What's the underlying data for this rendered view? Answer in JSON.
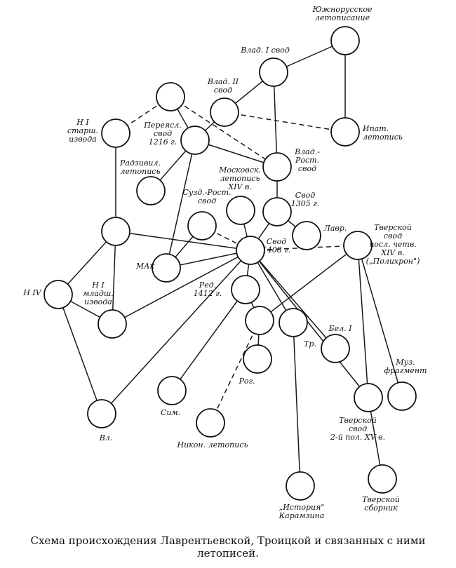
{
  "diagram": {
    "labels": {
      "yuzhnorusskoe": [
        "Южнорусское",
        "летописание"
      ],
      "vlad1": [
        "Влад. I свод"
      ],
      "vlad2": [
        "Влад. II",
        "свод"
      ],
      "ipat": [
        "Ипат.",
        "летопись"
      ],
      "n1_star": [
        "Н I",
        "старш.",
        "извода"
      ],
      "pereyasl": [
        "Переясл.",
        "свод",
        "1216 г."
      ],
      "radziv": [
        "Радзивил.",
        "летопись"
      ],
      "vlad_rost": [
        "Влад.-",
        "Рост.",
        "свод"
      ],
      "moskov": [
        "Московск.",
        "летопись",
        "XIV в."
      ],
      "svod1305": [
        "Свод",
        "1305 г."
      ],
      "suzd_rost": [
        "Сузд.-Рост.",
        "свод"
      ],
      "lavr": [
        "Лавр."
      ],
      "tverskoy_svod": [
        "Тверской",
        "свод",
        "посл. четв.",
        "XIV в.",
        "(„Полихрон\")"
      ],
      "svod1408": [
        "Свод",
        "1408 г."
      ],
      "ma": [
        "МАк"
      ],
      "n4": [
        "Н IV"
      ],
      "n1_mlad": [
        "Н I",
        "младш.",
        "извода"
      ],
      "red1412": [
        "Ред.",
        "1412 г."
      ],
      "bel1": [
        "Бел. I"
      ],
      "tr": [
        "Тр."
      ],
      "rog": [
        "Рог."
      ],
      "muz": [
        "Муз.",
        "фрагмент"
      ],
      "sim": [
        "Сим."
      ],
      "vl": [
        "Вл."
      ],
      "nikon": [
        "Никон. летопись"
      ],
      "tverskoy_2pol": [
        "Тверской",
        "свод",
        "2-й пол. XV в."
      ],
      "istoriya": [
        "„История\"",
        "Карамзина"
      ],
      "tv_sbornik": [
        "Тверской",
        "сборник"
      ]
    }
  },
  "caption": {
    "line1": "Схема происхождения Лаврентьевской, Троицкой и связанных с ними",
    "line2": "летописей."
  }
}
